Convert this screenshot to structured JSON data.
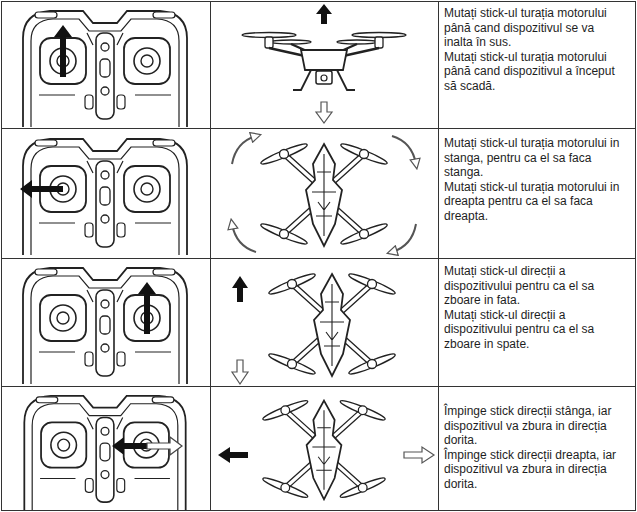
{
  "diagram": {
    "labels": [
      "Mutați stick-ul turația motorului până cand dispozitivul se va inalta în sus.",
      "Mutați stick-ul turația motorului până cand dispozitivul a început să scadă.",
      "Mutați stick-ul turația motorului in stanga, pentru ca el sa faca stanga.",
      "Mutați stick-ul turația motorului in dreapta pentru ca el sa faca dreapta.",
      "Mutați stick-ul direcții a dispozitivului pentru ca el sa zboare in fata.",
      "Mutați stick-ul direcții a dispozitivului pentru ca el sa zboare in spate.",
      "Împinge stick direcții stânga, iar dispozitivul va zbura in direcția dorita.",
      "Împinge stick direcții dreapta, iar dispozitivul va zbura in direcția dorita."
    ]
  }
}
